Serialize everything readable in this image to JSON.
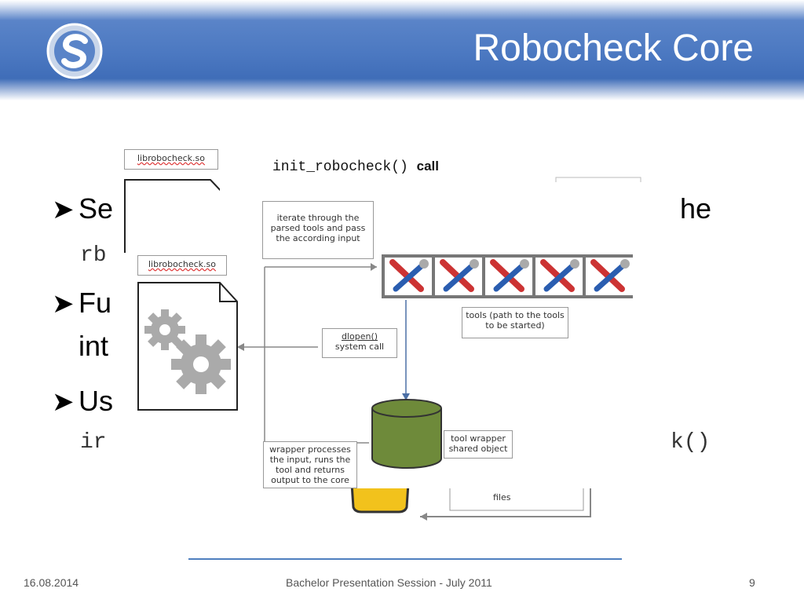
{
  "header": {
    "title": "Robocheck Core"
  },
  "bullets": [
    {
      "text": "Se",
      "code": "rb",
      "tail": "he"
    },
    {
      "text": "Fu",
      "cont": "int"
    },
    {
      "text": "Us",
      "code": "ir",
      "tail_code": "k()"
    }
  ],
  "diagram": {
    "call_code": "init_robocheck()",
    "call_word": "call",
    "lib_label_back": "librobocheck.so",
    "lib_label_front": "librobocheck.so",
    "iterate": "iterate through the parsed tools and pass the according input",
    "tools": "tools (path to the tools to be started)",
    "dlopen_fn": "dlopen()",
    "dlopen_rest": "system call",
    "wrapper_processes": "wrapper processes the input, runs the tool and returns output to the core",
    "tool_wrapper": "tool wrapper shared object",
    "files": "files"
  },
  "footer": {
    "date": "16.08.2014",
    "center": "Bachelor Presentation Session - July 2011",
    "page": "9"
  },
  "colors": {
    "header": "#4b78c1",
    "cylinder": "#6e8a3a",
    "toolbar": "#777777"
  }
}
